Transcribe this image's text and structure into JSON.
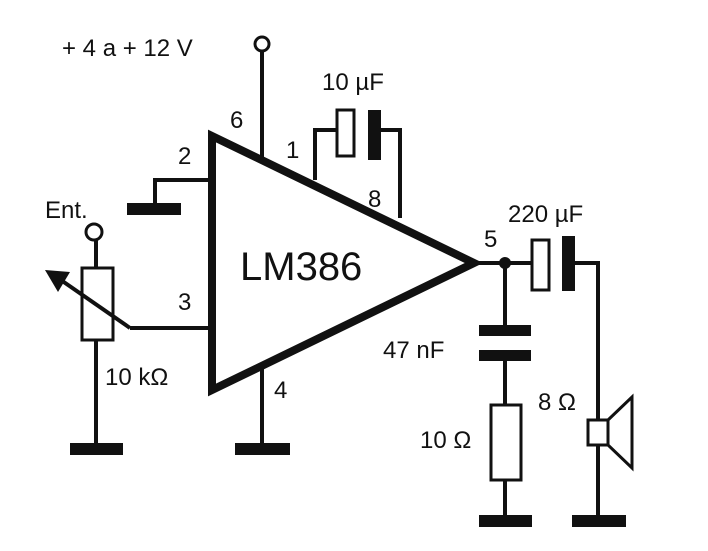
{
  "diagram": {
    "ic_label": "LM386",
    "supply_label": "+ 4 a + 12 V",
    "input_label": "Ent.",
    "pins": {
      "p1": "1",
      "p2": "2",
      "p3": "3",
      "p4": "4",
      "p5": "5",
      "p6": "6",
      "p8": "8"
    },
    "components": {
      "gain_cap": "10 µF",
      "output_cap": "220 µF",
      "zobel_cap": "47 nF",
      "zobel_res": "10 Ω",
      "pot": "10 kΩ",
      "speaker": "8 Ω"
    }
  }
}
